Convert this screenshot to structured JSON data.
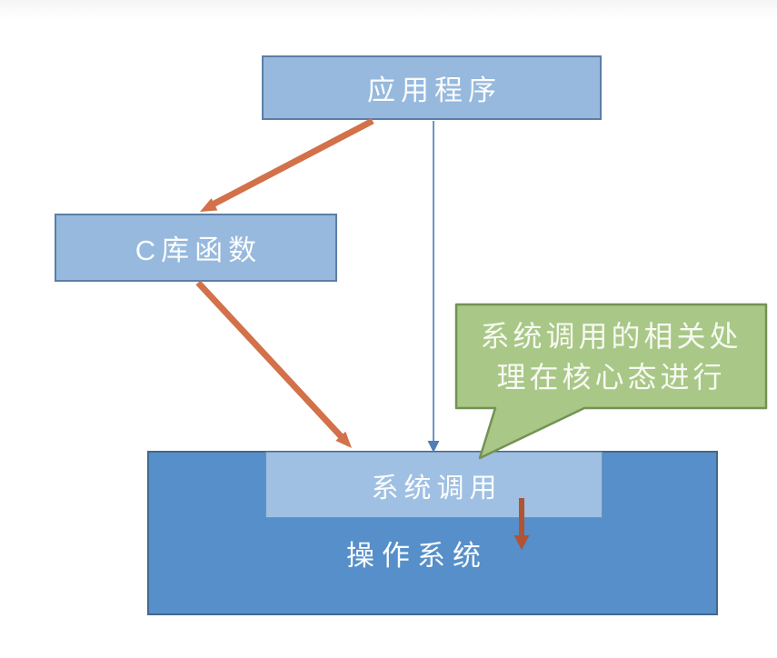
{
  "diagram": {
    "title": "system-call-flow-diagram",
    "nodes": {
      "application": {
        "label": "应用程序"
      },
      "c_library": {
        "label": "C库函数"
      },
      "system_call": {
        "label": "系统调用"
      },
      "operating_system": {
        "label": "操作系统"
      }
    },
    "callout": {
      "text": "系统调用的相关处理在核心态进行",
      "lines": [
        "系统调用的相关处",
        "理在核心态进行"
      ]
    },
    "arrows": [
      {
        "name": "application-to-c-library",
        "style": "thick-orange"
      },
      {
        "name": "c-library-to-system-call",
        "style": "thick-orange"
      },
      {
        "name": "application-to-system-call",
        "style": "thin-blue"
      },
      {
        "name": "system-call-into-os-kernel",
        "style": "thick-dark-red"
      }
    ],
    "colors": {
      "node_fill": "#96b9dd",
      "node_border": "#5b7ea7",
      "syscall_fill": "#9fc0e2",
      "os_fill": "#568fc9",
      "os_border": "#44688f",
      "callout_fill": "#a9c787",
      "callout_border": "#739253",
      "orange_arrow": "#d2714a",
      "dark_red_arrow": "#b05434",
      "blue_arrow": "#6a94c4",
      "text": "#fbfcfd"
    }
  }
}
